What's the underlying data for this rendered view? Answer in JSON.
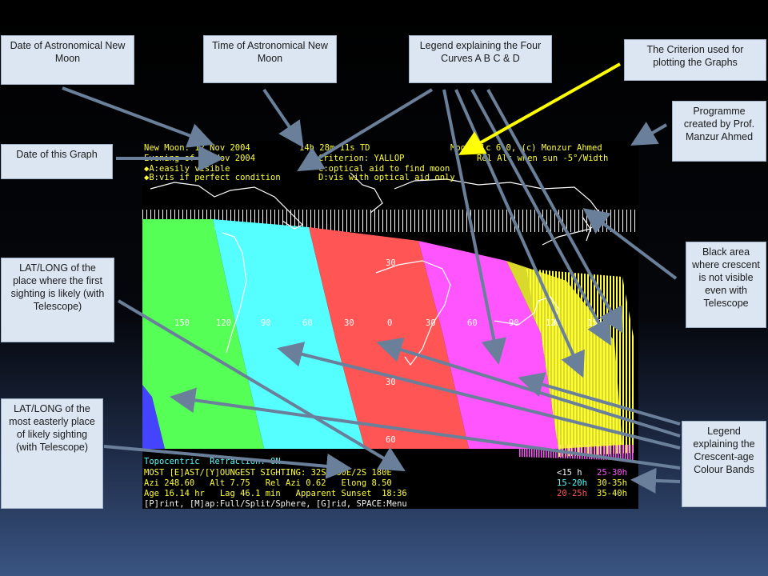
{
  "labels": {
    "new_moon_date": "Date of Astronomical New Moon",
    "new_moon_time": "Time of Astronomical New Moon",
    "legend_curves": "Legend explaining the Four Curves A B C & D",
    "criterion": "The Criterion used for plotting the Graphs",
    "programme": "Programme created by Prof. Manzur Ahmed",
    "graph_date": "Date of this Graph",
    "first_sighting": "LAT/LONG of the place where the first sighting is likely (with Telescope)",
    "black_area": "Black area where crescent is not visible even with Telescope",
    "easterly": "LAT/LONG of the most easterly place of likely sighting (with Telescope)",
    "legend_bands": "Legend explaining the Crescent-age Colour Bands"
  },
  "screen": {
    "line1_a": "New Moon: 12 Nov 2004",
    "line1_b": "14h 28m 11s TD",
    "line1_c": "MoonCalc 6.0, (c) Monzur Ahmed",
    "line2_a": "Evening of 13 Nov 2004",
    "line2_b": "Criterion: YALLOP",
    "line2_c": "Rel Alt when sun -5°/Width",
    "curve_a": "A:easily visible",
    "curve_c": "C:optical aid to find moon",
    "curve_b": "B:vis if perfect condition",
    "curve_d": "D:vis with optical aid only",
    "lon_labels": [
      "150",
      "120",
      "90",
      "60",
      "30",
      "0",
      "30",
      "60",
      "90",
      "120",
      "150"
    ],
    "lat_labels": [
      "30",
      "30",
      "60"
    ],
    "topo": "Topocentric  Refraction: ON",
    "sighting": "MOST [E]AST/[Y]OUNGEST SIGHTING: 32S 180E/2S 180E",
    "azi": "Azi 248.60   Alt 7.75   Rel Azi 0.62   Elong 8.50",
    "age": "Age 16.14 hr   Lag 46.1 min   Apparent Sunset  18:36",
    "menu": "[P]rint, [M]ap:Full/Split/Sphere, [G]rid, SPACE:Menu",
    "band_legend": [
      {
        "text": "<15 h",
        "color": "#f2f2f2"
      },
      {
        "text": "25-30h",
        "color": "#ff55ff"
      },
      {
        "text": "15-20h",
        "color": "#55ffff"
      },
      {
        "text": "30-35h",
        "color": "#ffff33"
      },
      {
        "text": "20-25h",
        "color": "#ff5555"
      },
      {
        "text": "35-40h",
        "color": "#ffff33"
      }
    ]
  },
  "colors": {
    "band_blue": "#4444ff",
    "band_green": "#55ff55",
    "band_cyan": "#55ffff",
    "band_red": "#ff5555",
    "band_magenta": "#ff55ff",
    "band_yellow": "#ffff33",
    "arrow": "#6a7f9a",
    "criterion_arrow": "#ffff00",
    "label_bg": "#dbe6f2"
  }
}
